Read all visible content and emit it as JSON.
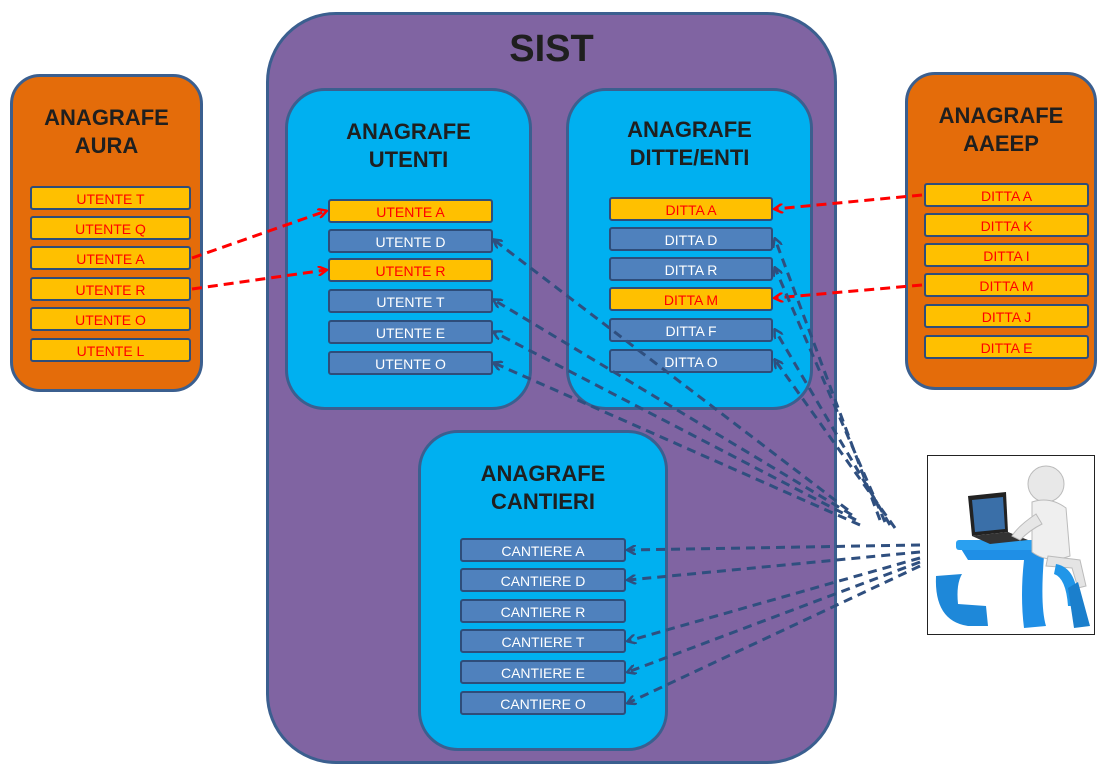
{
  "sist": {
    "title": "SIST"
  },
  "aura": {
    "title_line1": "ANAGRAFE",
    "title_line2": "AURA",
    "items": [
      "UTENTE T",
      "UTENTE Q",
      "UTENTE A",
      "UTENTE R",
      "UTENTE O",
      "UTENTE L"
    ]
  },
  "aaeep": {
    "title_line1": "ANAGRAFE",
    "title_line2": "AAEEP",
    "items": [
      "DITTA A",
      "DITTA K",
      "DITTA I",
      "DITTA M",
      "DITTA J",
      "DITTA E"
    ]
  },
  "utenti": {
    "title_line1": "ANAGRAFE",
    "title_line2": "UTENTI",
    "items": [
      "UTENTE A",
      "UTENTE D",
      "UTENTE R",
      "UTENTE T",
      "UTENTE E",
      "UTENTE O"
    ]
  },
  "ditte": {
    "title_line1": "ANAGRAFE",
    "title_line2": "DITTE/ENTI",
    "items": [
      "DITTA A",
      "DITTA D",
      "DITTA R",
      "DITTA M",
      "DITTA F",
      "DITTA O"
    ]
  },
  "cantieri": {
    "title_line1": "ANAGRAFE",
    "title_line2": "CANTIERI",
    "items": [
      "CANTIERE A",
      "CANTIERE D",
      "CANTIERE R",
      "CANTIERE  T",
      "CANTIERE  E",
      "CANTIERE O"
    ]
  },
  "colors": {
    "sist_bg": "#8064a2",
    "inner_bg": "#00b0f0",
    "external_bg": "#e46c0a",
    "yellow_item": "#ffc000",
    "blue_item": "#4f81bd",
    "red_arrow": "#ff0000",
    "blue_arrow": "#2f4f7f"
  },
  "icons": {
    "user": "person-at-laptop-icon"
  }
}
